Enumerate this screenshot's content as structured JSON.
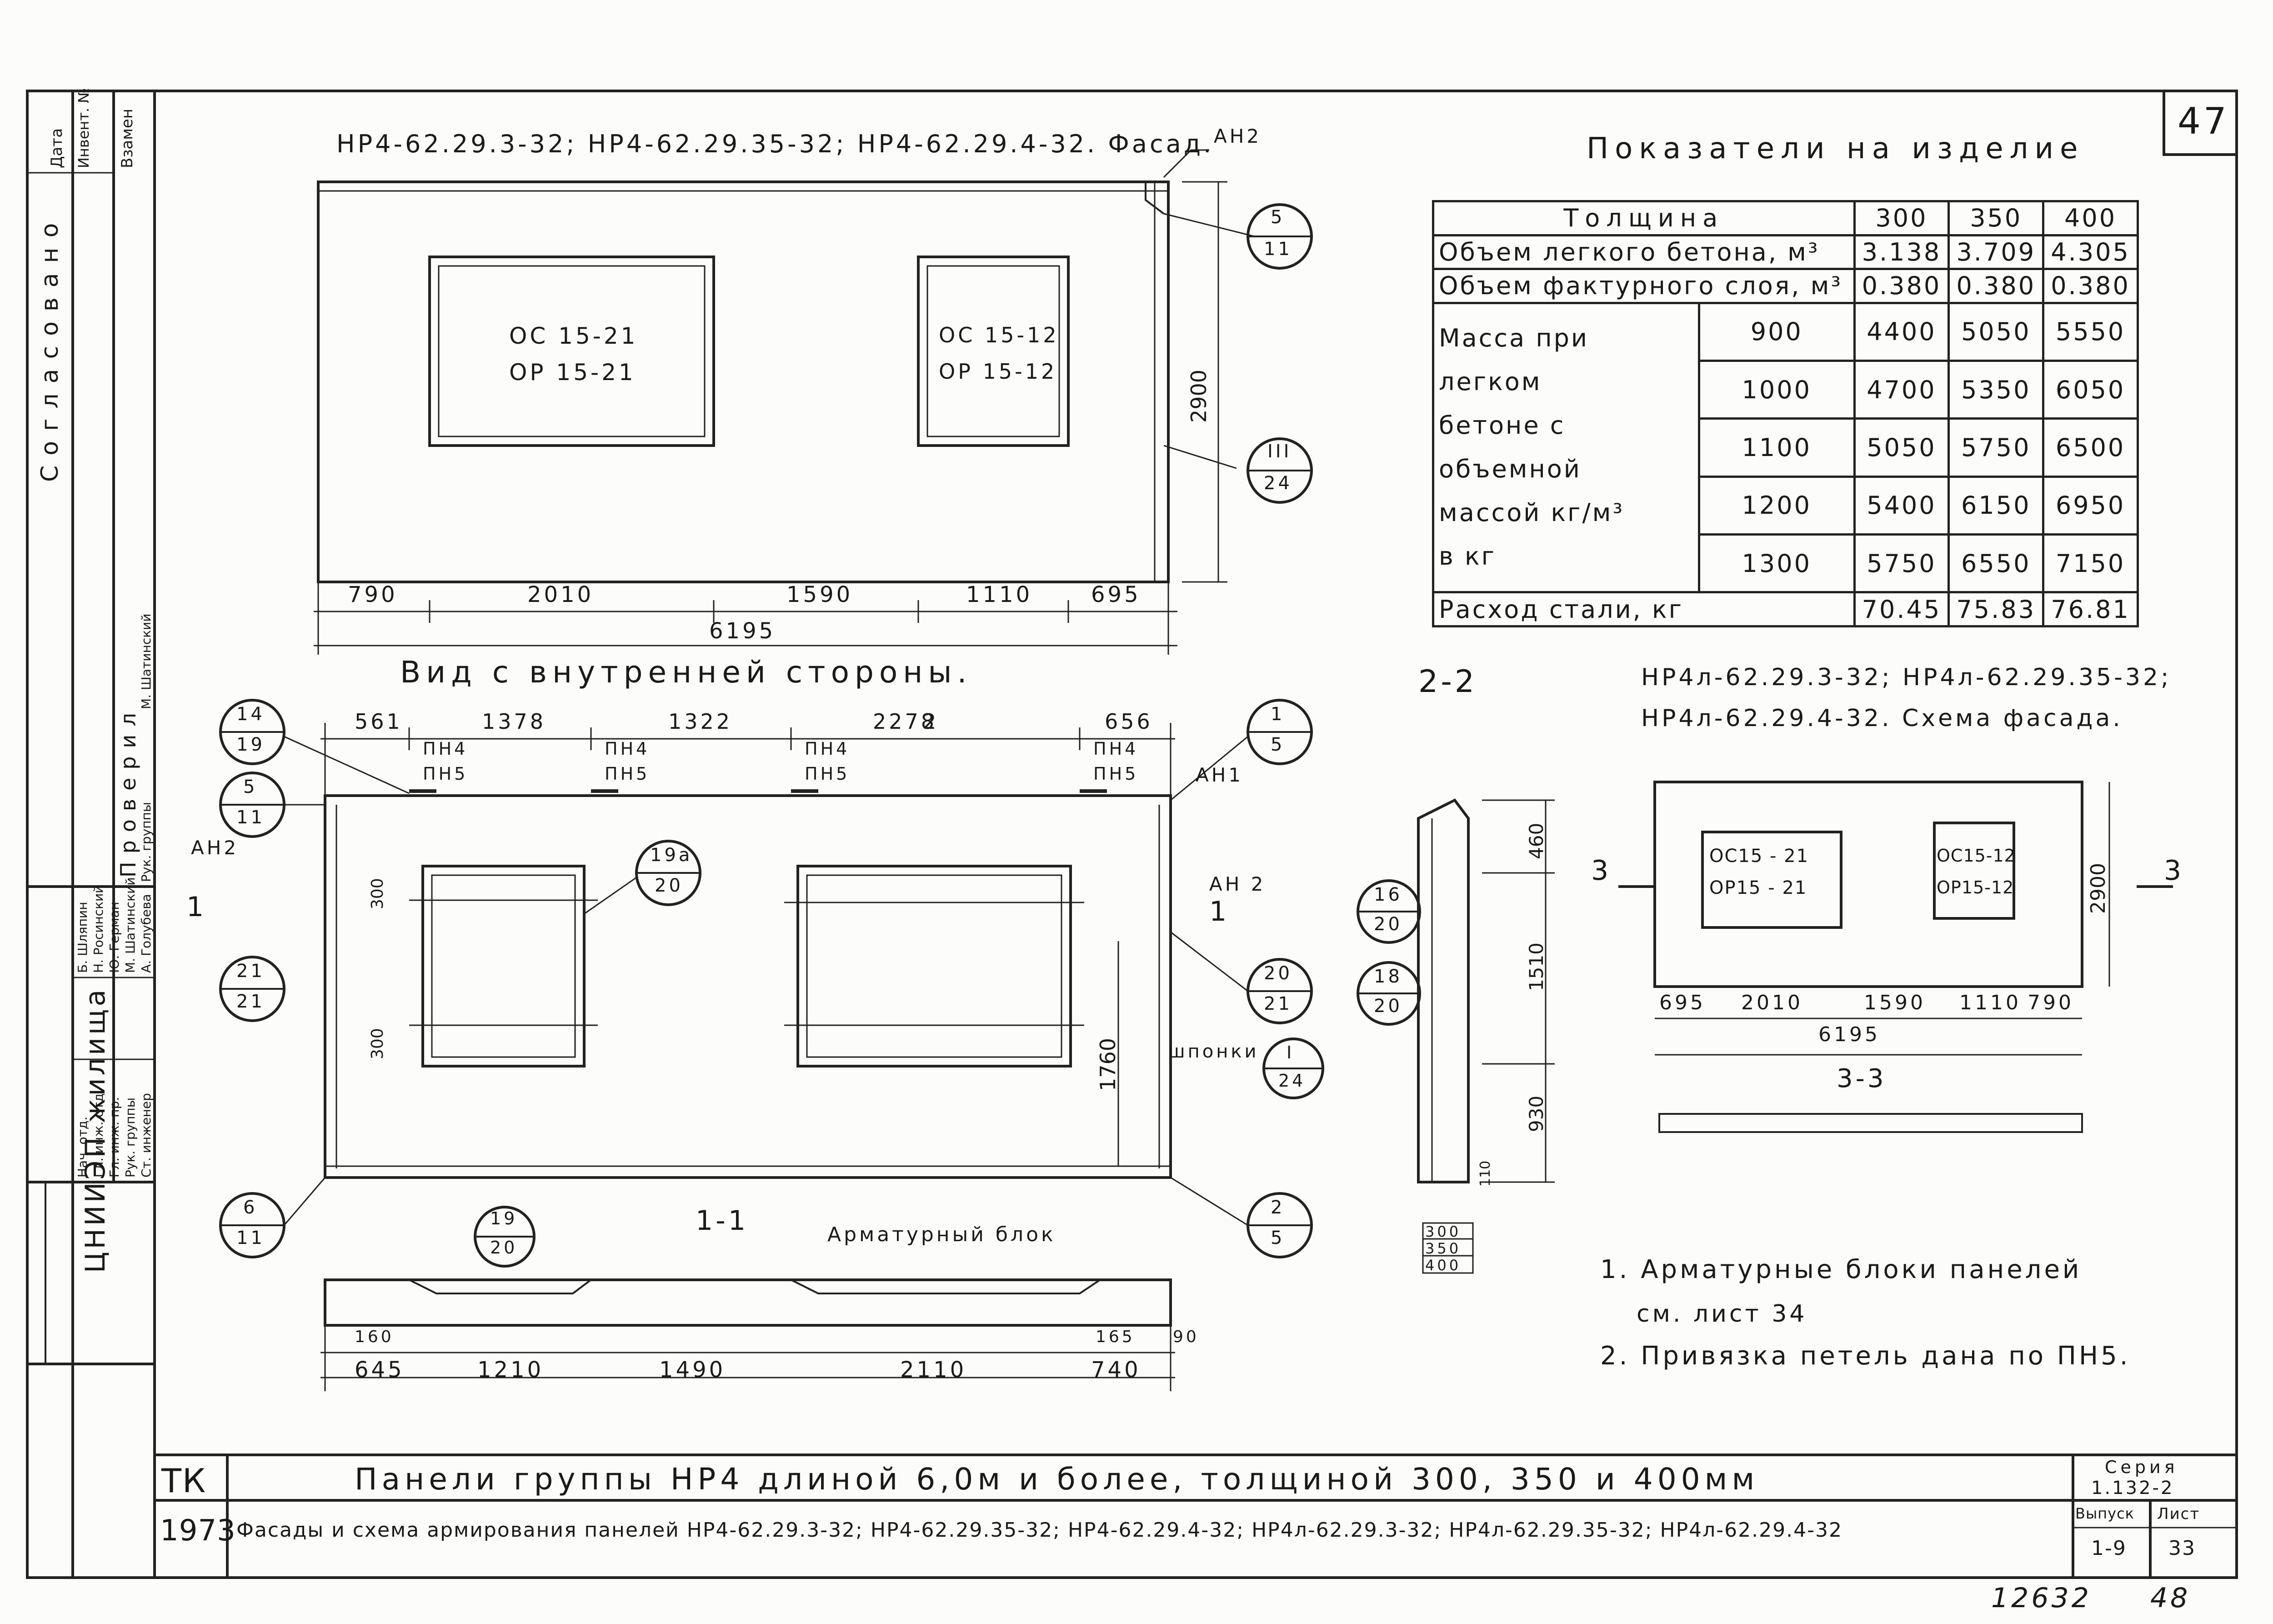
{
  "page_number": "47",
  "facade": {
    "title": "НР4-62.29.3-32; НР4-62.29.35-32; НР4-62.29.4-32. Фасад.",
    "callout_an2": "АН2",
    "window1_top": "ОС 15-21",
    "window1_bottom": "ОР 15-21",
    "window2_top": "ОС 15-12",
    "window2_bottom": "ОР 15-12",
    "height_dim": "2900",
    "dims": [
      "790",
      "2010",
      "1590",
      "1110",
      "695"
    ],
    "total_dim": "6195",
    "callout_a_top": "5",
    "callout_a_bottom": "11",
    "callout_b_top": "III",
    "callout_b_bottom": "24"
  },
  "inner_view": {
    "title": "Вид с внутренней стороны.",
    "dims": [
      "561",
      "1378",
      "1322",
      "2278",
      "656"
    ],
    "section_mark": "2",
    "loop_top": "ПН4",
    "loop_bottom": "ПН5",
    "callout_an1": "АН1",
    "callout_an2_left": "АН2",
    "callout_an2_right": "АН 2",
    "section_1": "1",
    "dim_300a": "300",
    "dim_300b": "300",
    "dim_1760": "1760",
    "key_label": "шпонки",
    "callouts": [
      {
        "top": "14",
        "bottom": "19"
      },
      {
        "top": "5",
        "bottom": "11"
      },
      {
        "top": "19а",
        "bottom": "20"
      },
      {
        "top": "21",
        "bottom": "21"
      },
      {
        "top": "6",
        "bottom": "11"
      },
      {
        "top": "1",
        "bottom": "5"
      },
      {
        "top": "20",
        "bottom": "21"
      },
      {
        "top": "I",
        "bottom": "24"
      },
      {
        "top": "2",
        "bottom": "5"
      }
    ]
  },
  "section_1_1": {
    "title": "1-1",
    "block_label": "Арматурный блок",
    "callout_top": "19",
    "callout_bottom": "20",
    "small_dims": [
      "160",
      "165",
      "90"
    ],
    "dims": [
      "645",
      "1210",
      "1490",
      "2110",
      "740"
    ]
  },
  "section_2_2": {
    "title": "2-2",
    "dims": [
      "460",
      "1510",
      "930",
      "110"
    ],
    "thickness": [
      "300",
      "350",
      "400"
    ],
    "callouts": [
      {
        "top": "16",
        "bottom": "20"
      },
      {
        "top": "18",
        "bottom": "20"
      }
    ]
  },
  "properties": {
    "title": "Показатели на изделие",
    "header": [
      "Толщина",
      "300",
      "350",
      "400"
    ],
    "rows": [
      {
        "label": "Объем легкого бетона, м³",
        "values": [
          "3.138",
          "3.709",
          "4.305"
        ]
      },
      {
        "label": "Объем фактурного слоя, м³",
        "values": [
          "0.380",
          "0.380",
          "0.380"
        ]
      }
    ],
    "mass_label": [
      "Масса при легком",
      "бетоне с объемной",
      "массой кг/м³",
      "в кг"
    ],
    "mass_rows": [
      {
        "density": "900",
        "values": [
          "4400",
          "5050",
          "5550"
        ]
      },
      {
        "density": "1000",
        "values": [
          "4700",
          "5350",
          "6050"
        ]
      },
      {
        "density": "1100",
        "values": [
          "5050",
          "5750",
          "6500"
        ]
      },
      {
        "density": "1200",
        "values": [
          "5400",
          "6150",
          "6950"
        ]
      },
      {
        "density": "1300",
        "values": [
          "5750",
          "6550",
          "7150"
        ]
      }
    ],
    "steel": {
      "label": "Расход стали, кг",
      "values": [
        "70.45",
        "75.83",
        "76.81"
      ]
    }
  },
  "scheme": {
    "title_line1": "НР4л-62.29.3-32; НР4л-62.29.35-32;",
    "title_line2": "НР4л-62.29.4-32. Схема фасада.",
    "window1_top": "ОС15 - 21",
    "window1_bottom": "ОР15 - 21",
    "window2_top": "ОС15-12",
    "window2_bottom": "ОР15-12",
    "height": "2900",
    "dims": [
      "695",
      "2010",
      "1590",
      "1110",
      "790"
    ],
    "total": "6195",
    "section_3": "3",
    "section_label": "3-3"
  },
  "notes": [
    "1. Арматурные блоки панелей",
    "см. лист 34",
    "2. Привязка петель дана по ПН5."
  ],
  "left_strip": {
    "approved": "Согласовано",
    "date": "Дата",
    "inv": "Инвент. №",
    "replace": "Взамен",
    "checked": "Проверил",
    "org": "ЦНИИЭП жилища",
    "roles": [
      "Нач. отд.",
      "Гл. инж. отд.",
      "Гл. инж. пр.",
      "Рук. группы",
      "Ст. инженер"
    ],
    "names": [
      "Б. Шляпин",
      "Н. Росинский",
      "Ю. Герман",
      "М. Шатинский",
      "А. Голубева"
    ],
    "role_check": "Рук. группы",
    "name_check": "М. Шатинский"
  },
  "title_block": {
    "tk": "ТК",
    "year": "1973",
    "title": "Панели группы НР4 длиной 6,0м и более, толщиной 300, 350 и 400мм",
    "subtitle": "Фасады и схема армирования панелей НР4-62.29.3-32; НР4-62.29.35-32; НР4-62.29.4-32; НР4л-62.29.3-32; НР4л-62.29.35-32; НР4л-62.29.4-32",
    "series_label": "Серия",
    "series": "1.132-2",
    "issue_label": "Выпуск",
    "issue": "1-9",
    "sheet_label": "Лист",
    "sheet": "33"
  },
  "archive_no": "12632",
  "corner_no": "48"
}
